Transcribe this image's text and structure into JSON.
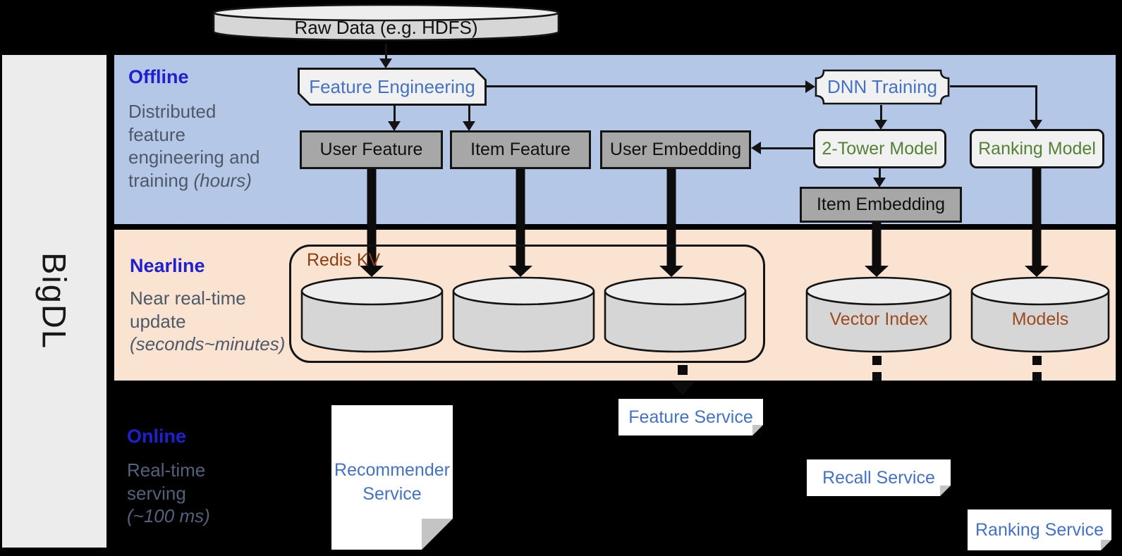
{
  "brand": "BigDL",
  "source": {
    "label": "Raw Data (e.g. HDFS)"
  },
  "bands": {
    "offline": {
      "title": "Offline",
      "desc": "Distributed\nfeature\nengineering and\ntraining ",
      "desc_italic": "(hours)"
    },
    "nearline": {
      "title": "Nearline",
      "desc": "Near real-time\nupdate\n",
      "desc_italic": "(seconds~minutes)"
    },
    "online": {
      "title": "Online",
      "desc": "Real-time\nserving\n",
      "desc_italic": "(~100 ms)"
    }
  },
  "nodes": {
    "feature_engineering": "Feature Engineering",
    "dnn_training": "DNN Training",
    "user_feature": "User Feature",
    "item_feature": "Item Feature",
    "user_embedding": "User Embedding",
    "two_tower_model": "2-Tower Model",
    "ranking_model": "Ranking Model",
    "item_embedding": "Item Embedding",
    "redis_kv": "Redis KV",
    "vector_index": "Vector Index",
    "models": "Models",
    "recommender_service": "Recommender\nService",
    "feature_service": "Feature Service",
    "recall_service": "Recall Service",
    "ranking_service": "Ranking Service"
  },
  "colors": {
    "background": "#000000",
    "sidebar_bg": "#ECECEC",
    "offline_band": "#B4C7E7",
    "nearline_band": "#FBE3D2",
    "band_title_blue": "#2021CE",
    "band_desc_gray": "#4E5968",
    "node_dark_gray": "#A7A7A7",
    "node_light_gray": "#F1F1F1",
    "cylinder_body": "#D6D6D6",
    "cylinder_top": "#EDEDED",
    "node_text_blue": "#4472C4",
    "node_text_green": "#548235",
    "redis_brown": "#8B3E0F",
    "cylinder_text_brown": "#9C4A1F",
    "connector_black": "#141414"
  }
}
